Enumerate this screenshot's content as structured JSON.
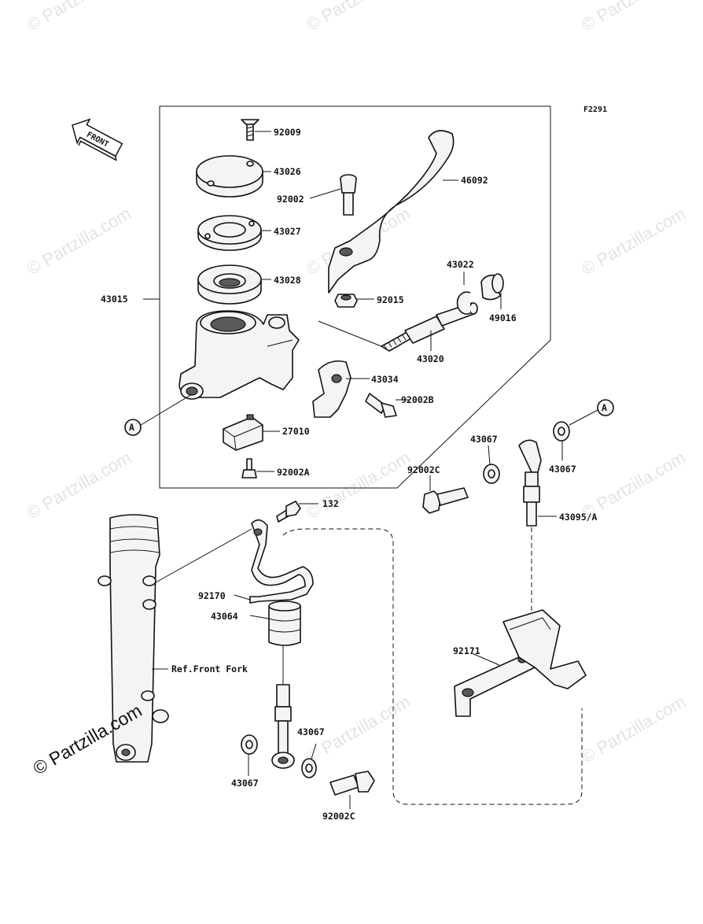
{
  "diagram": {
    "code": "F2291",
    "front_label": "FRONT",
    "ref_label": "Ref.Front Fork",
    "callout_letter": "A",
    "watermark": "© Partzilla.com",
    "copyright": "© Partzilla.com"
  },
  "parts": [
    {
      "id": "92009"
    },
    {
      "id": "43026"
    },
    {
      "id": "92002"
    },
    {
      "id": "46092"
    },
    {
      "id": "43027"
    },
    {
      "id": "43015"
    },
    {
      "id": "43028"
    },
    {
      "id": "43022"
    },
    {
      "id": "92015"
    },
    {
      "id": "49016"
    },
    {
      "id": "43020"
    },
    {
      "id": "43034"
    },
    {
      "id": "92002B"
    },
    {
      "id": "27010"
    },
    {
      "id": "92002A"
    },
    {
      "id": "43067"
    },
    {
      "id": "92002C"
    },
    {
      "id": "43067"
    },
    {
      "id": "132"
    },
    {
      "id": "43095/A"
    },
    {
      "id": "92170"
    },
    {
      "id": "43064"
    },
    {
      "id": "92171"
    },
    {
      "id": "43067"
    },
    {
      "id": "43067"
    },
    {
      "id": "92002C"
    }
  ]
}
